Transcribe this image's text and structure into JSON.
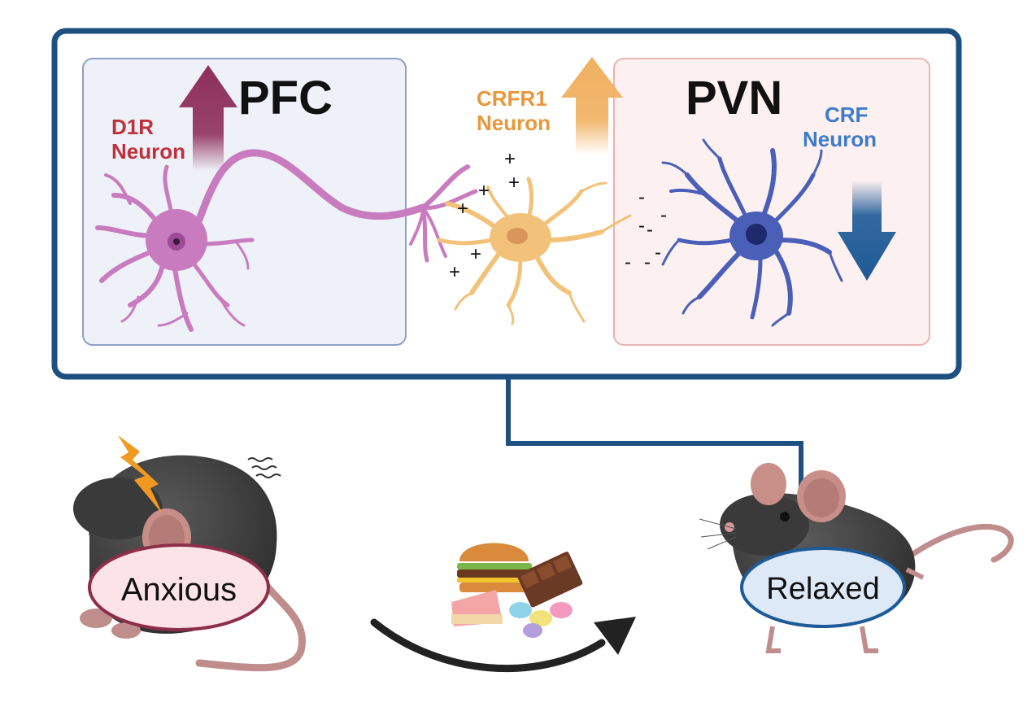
{
  "top_panel": {
    "pfc": {
      "title": "PFC",
      "neuron_label_line1": "D1R",
      "neuron_label_line2": "Neuron",
      "arrow_direction": "up",
      "label_color": "#c0303a",
      "arrow_color": "#8e2f5c",
      "neuron_color": "#c97bbf"
    },
    "crfr1": {
      "neuron_label_line1": "CRFR1",
      "neuron_label_line2": "Neuron",
      "arrow_direction": "up",
      "label_color": "#e8973a",
      "arrow_color": "#f0b060",
      "neuron_color": "#f3c27a",
      "signs": [
        "+",
        "+",
        "+",
        "+",
        "+",
        "+"
      ]
    },
    "pvn": {
      "title": "PVN",
      "neuron_label_line1": "CRF",
      "neuron_label_line2": "Neuron",
      "arrow_direction": "down",
      "label_color": "#3d7cc9",
      "arrow_color": "#1d5a96",
      "neuron_color": "#4a5fb8",
      "signs": [
        "-",
        "-",
        "-",
        "-",
        "-",
        "-",
        "-"
      ]
    }
  },
  "bottom": {
    "anxious_label": "Anxious",
    "relaxed_label": "Relaxed",
    "stress_icon": "lightning-bolt-icon",
    "food_icon": "junk-food-icon",
    "frame_color": "#1d4f80"
  }
}
